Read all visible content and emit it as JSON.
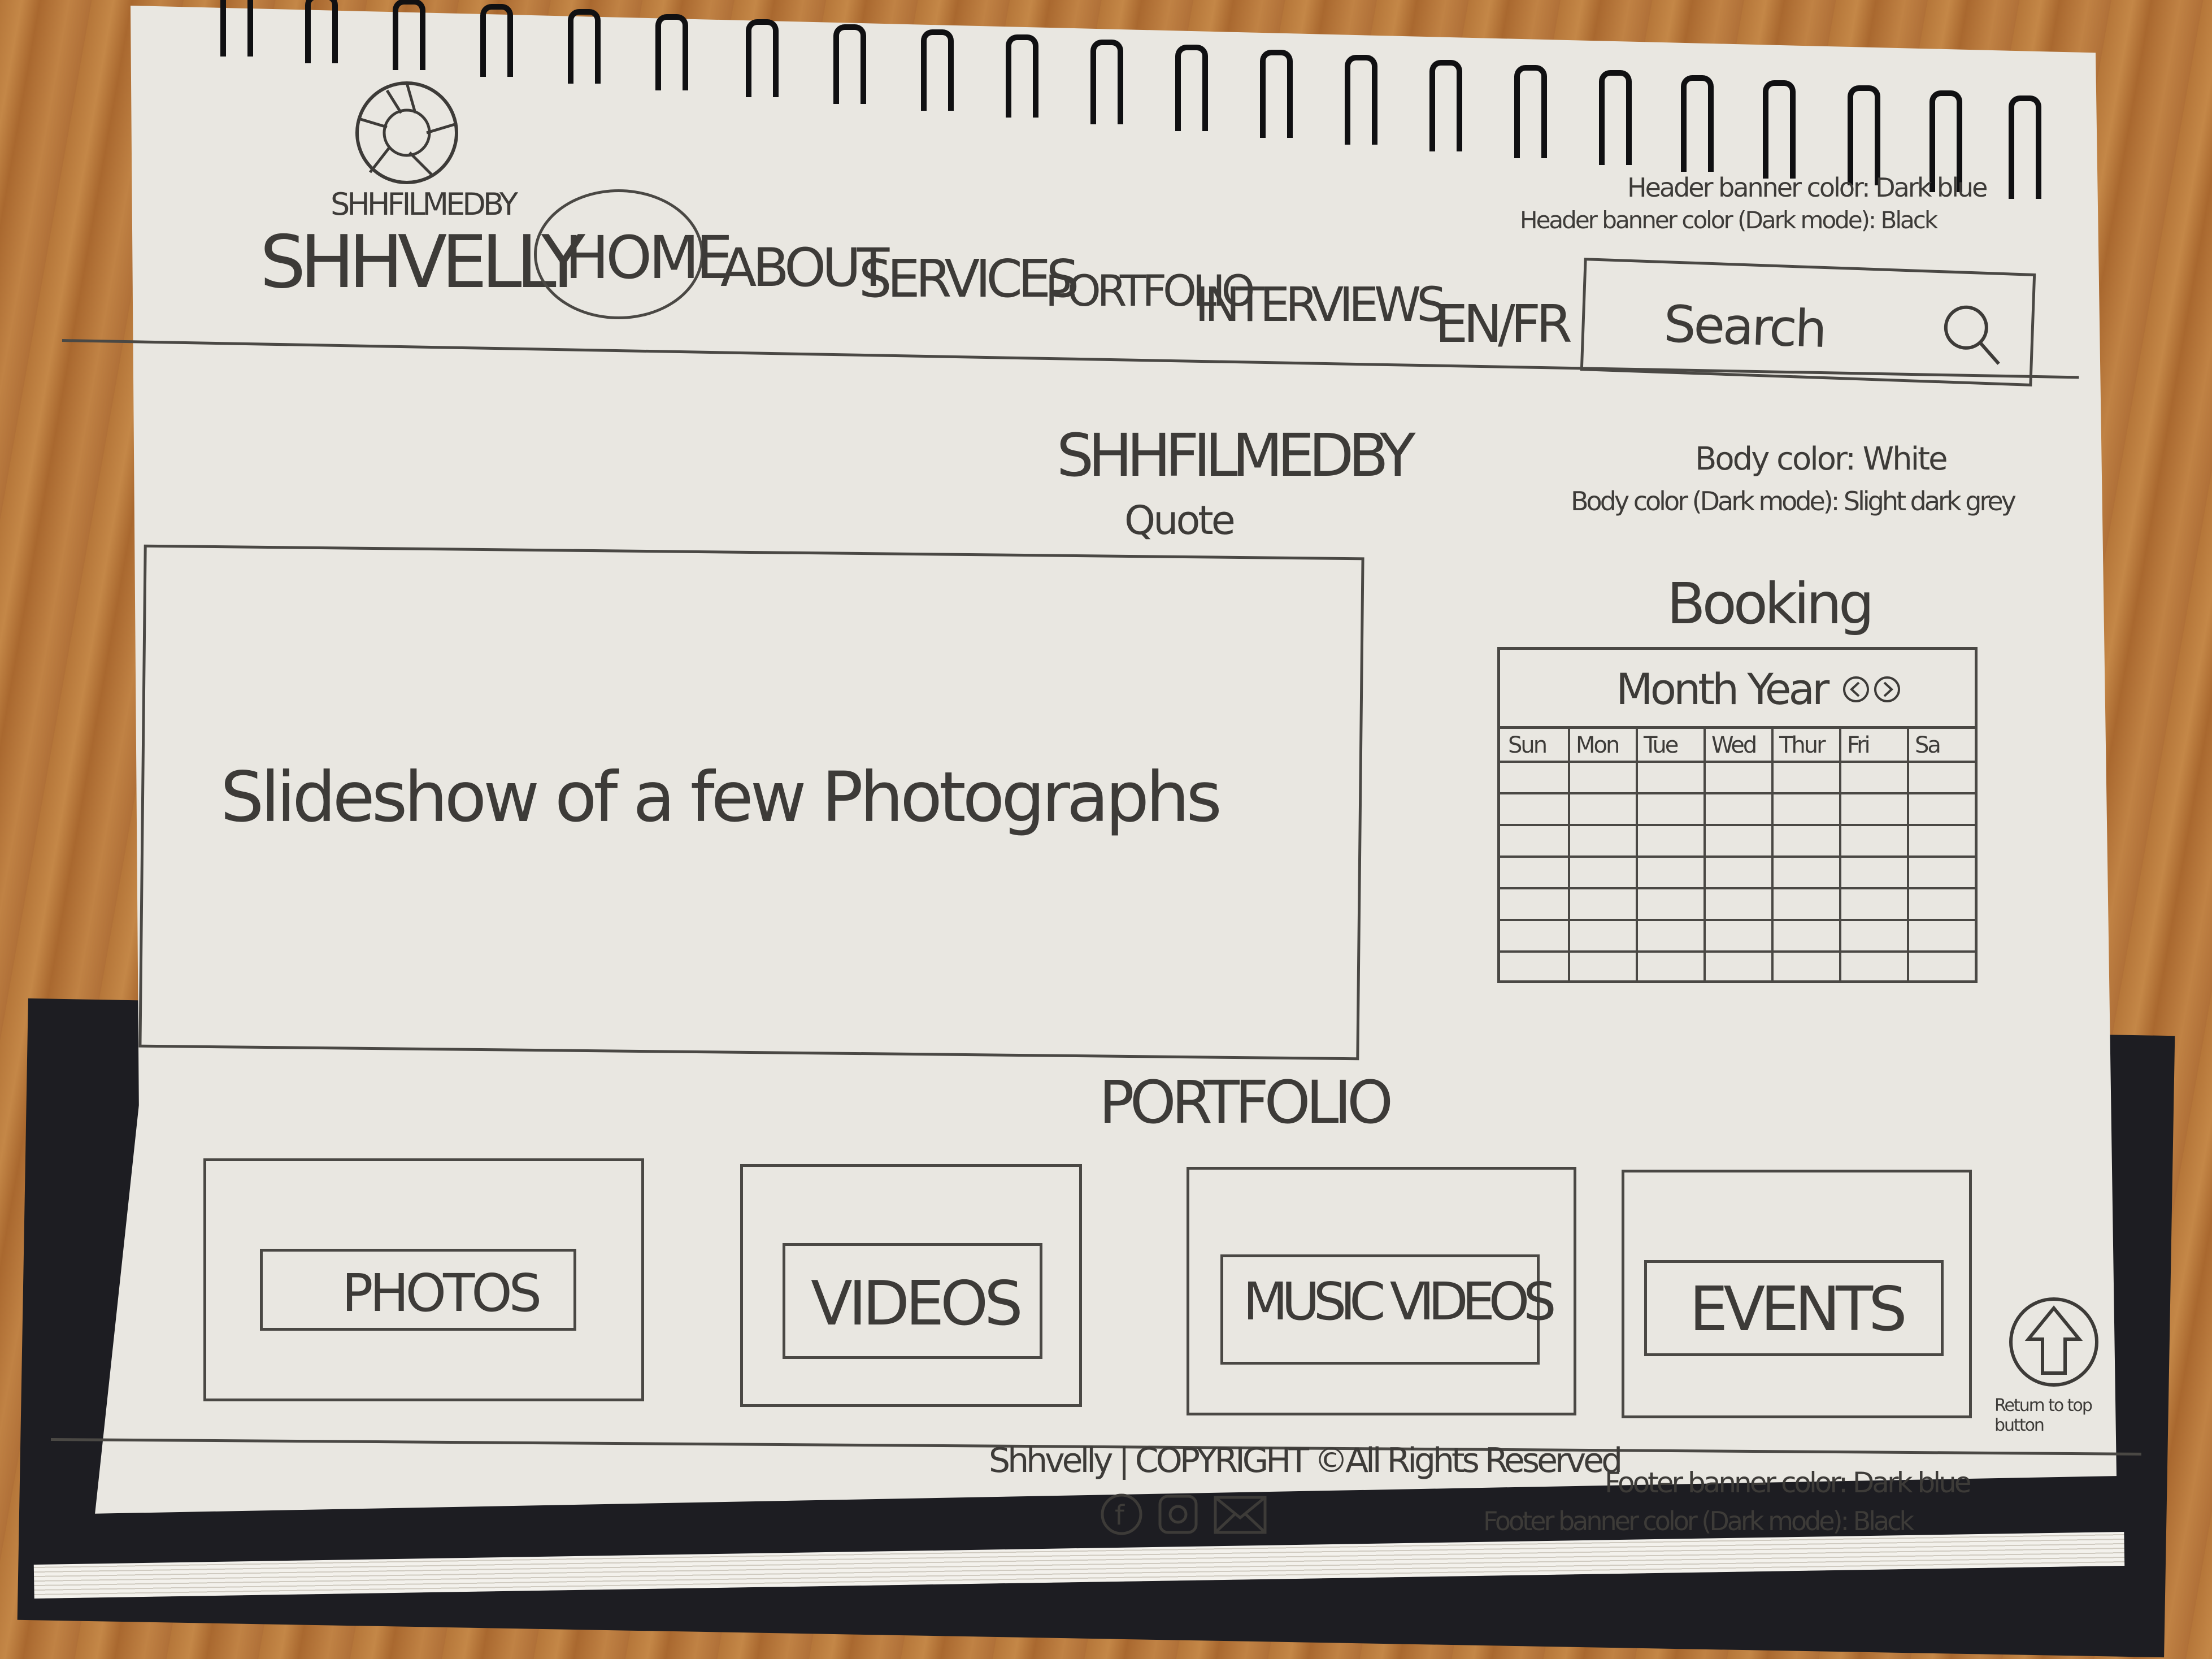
{
  "header": {
    "logo_tagline": "SHHFILMEDBY",
    "brand": "SHHVELLY",
    "nav": [
      "HOME",
      "ABOUT",
      "SERVICES",
      "PORTFOLIO",
      "INTERVIEWS"
    ],
    "language": "EN/FR",
    "search_placeholder": "Search",
    "notes": [
      "Header banner color: Dark blue",
      "Header banner color (Dark mode): Black"
    ]
  },
  "body": {
    "title": "SHHFILMEDBY",
    "quote": "Quote",
    "slideshow": "Slideshow of a few Photographs",
    "notes": [
      "Body color: White",
      "Body color (Dark mode): Slight dark grey"
    ]
  },
  "booking": {
    "title": "Booking",
    "month_year": "Month Year",
    "days": [
      "Sun",
      "Mon",
      "Tue",
      "Wed",
      "Thur",
      "Fri",
      "Sa"
    ]
  },
  "portfolio": {
    "title": "PORTFOLIO",
    "items": [
      "PHOTOS",
      "VIDEOS",
      "MUSIC VIDEOS",
      "EVENTS"
    ]
  },
  "return_top": "Return to top button",
  "footer": {
    "copyright": "Shhvelly | COPYRIGHT ©All Rights Reserved",
    "social_icons": [
      "facebook-icon",
      "instagram-icon",
      "mail-icon"
    ],
    "notes": [
      "Footer banner color: Dark blue",
      "Footer banner color (Dark mode): Black"
    ]
  },
  "colors": {
    "paper": "#e9e7e1",
    "pencil": "#3d3b38",
    "desk": "#b9793e",
    "binding": "#101012"
  }
}
